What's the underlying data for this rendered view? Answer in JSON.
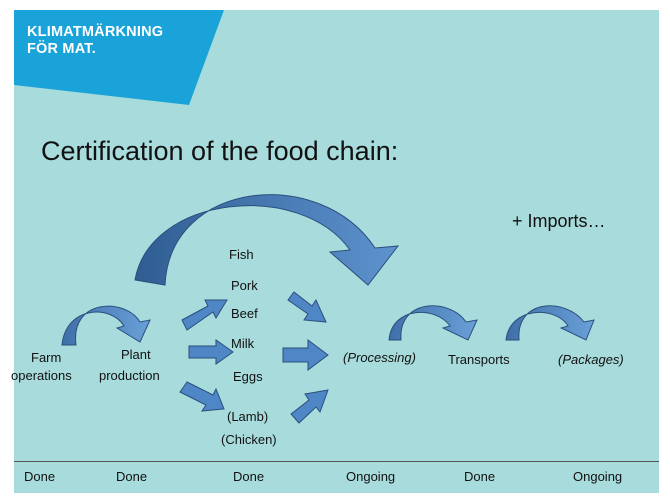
{
  "banner": {
    "line1": "KLIMATMÄRKNING",
    "line2": "FÖR MAT.",
    "color": "#1aa3d9"
  },
  "title": "Certification of the food chain:",
  "note": "+ Imports…",
  "stages": {
    "farm_line1": "Farm",
    "farm_line2": "operations",
    "plant_line1": "Plant",
    "plant_line2": "production",
    "processing": "(Processing)",
    "transports": "Transports",
    "packages": "(Packages)"
  },
  "products": [
    "Fish",
    "Pork",
    "Beef",
    "Milk",
    "Eggs",
    "(Lamb)",
    "(Chicken)"
  ],
  "status": [
    "Done",
    "Done",
    "Done",
    "Ongoing",
    "Done",
    "Ongoing"
  ],
  "colors": {
    "background": "#a8dbdc",
    "arrow_fill": "#4a7fbd",
    "arrow_stroke": "#2f5d8f"
  }
}
